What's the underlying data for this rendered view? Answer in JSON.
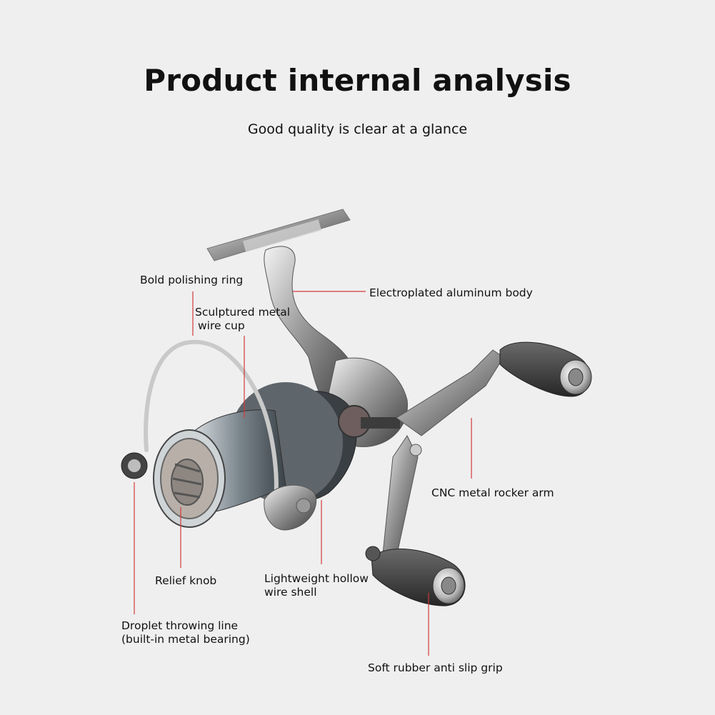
{
  "header": {
    "title": "Product internal analysis",
    "subtitle": "Good quality is clear at a glance"
  },
  "labels": {
    "bold_polishing_ring": "Bold polishing ring",
    "sculptured_cup_line1": "Sculptured metal",
    "sculptured_cup_line2": "wire cup",
    "electroplated_body": "Electroplated aluminum body",
    "cnc_rocker_arm": "CNC metal rocker arm",
    "relief_knob": "Relief knob",
    "hollow_shell_line1": "Lightweight hollow",
    "hollow_shell_line2": "wire shell",
    "droplet_line1": "Droplet throwing line",
    "droplet_line2": "(built-in metal bearing)",
    "rubber_grip": "Soft rubber anti slip grip"
  },
  "colors": {
    "background": "#efefef",
    "leader_line": "#d33a3a",
    "text": "#111111"
  },
  "icons": [
    "fishing-reel-illustration"
  ]
}
